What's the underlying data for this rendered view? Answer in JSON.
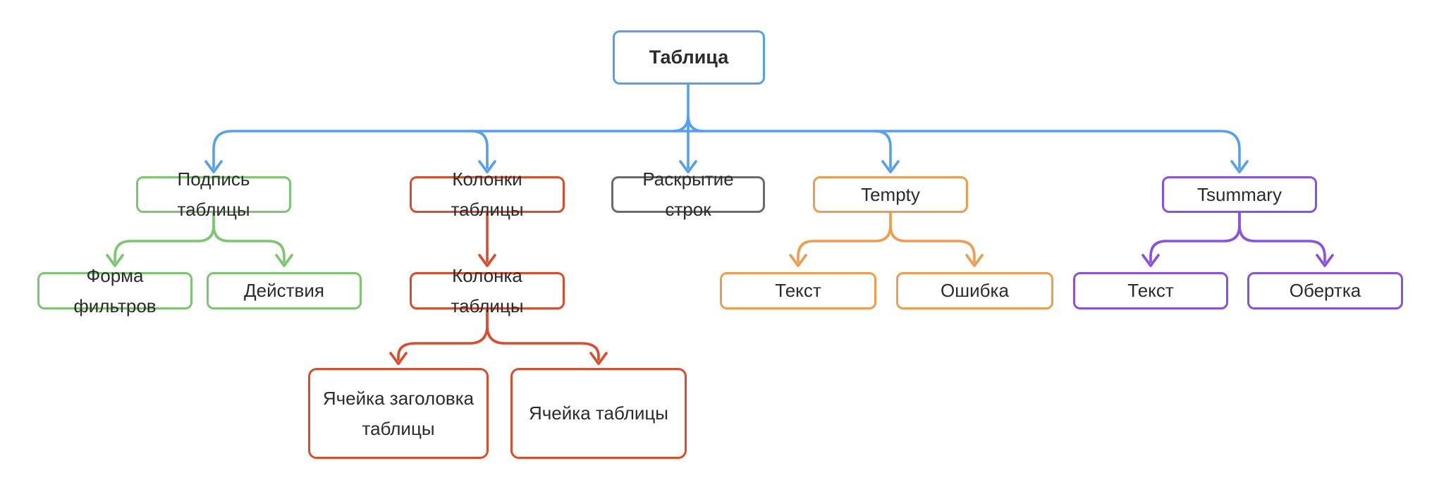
{
  "colors": {
    "background": "#ffffff",
    "node_fill": "#ffffff",
    "text": "#2b2b2b",
    "blue": "#55a0ec",
    "green": "#7ac76d",
    "red": "#dc4b2b",
    "gray": "#6b6b6b",
    "orange": "#ee9c4d",
    "purple": "#8a4fe9"
  },
  "nodes": {
    "table": "Таблица",
    "caption": "Подпись таблицы",
    "columns": "Колонки таблицы",
    "row_expand": "Раскрытие строк",
    "tempty": "Tempty",
    "tsummary": "Tsummary",
    "filters_form": "Форма фильтров",
    "actions": "Действия",
    "column": "Колонка таблицы",
    "tempty_text": "Текст",
    "tempty_error": "Ошибка",
    "tsummary_text": "Текст",
    "tsummary_wrapper": "Обертка",
    "header_cell": "Ячейка заголовка таблицы",
    "cell": "Ячейка таблицы"
  }
}
